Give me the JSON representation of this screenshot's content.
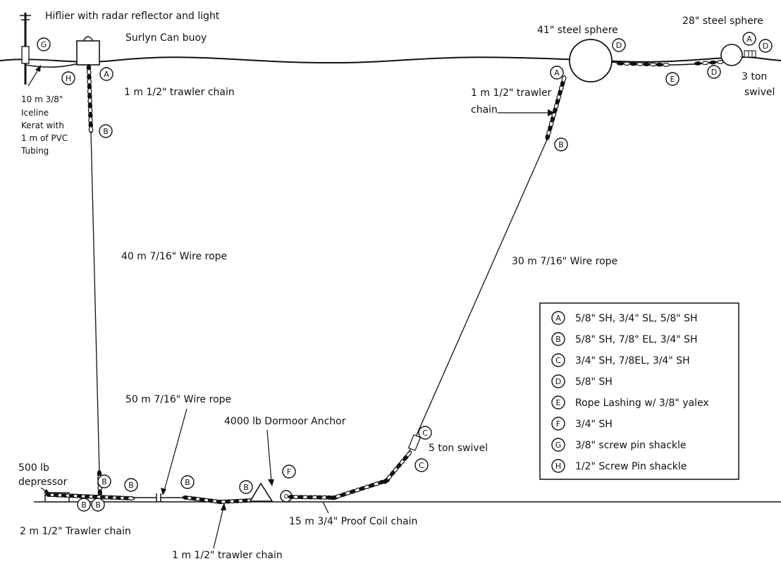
{
  "labels": {
    "hiflier": "Hiflier with radar reflector and light",
    "surlyn": "Surlyn Can buoy",
    "chain_top_left": "1 m 1/2\" trawler chain",
    "iceline_1": "10 m 3/8\"",
    "iceline_2": "Iceline",
    "iceline_3": "Kerat with",
    "iceline_4": "1 m of PVC",
    "iceline_5": "Tubing",
    "wire_40": "40 m 7/16\" Wire rope",
    "wire_50": "50 m 7/16\" Wire rope",
    "wire_30": "30 m 7/16\" Wire rope",
    "sphere_41": "41\" steel sphere",
    "sphere_28": "28\" steel sphere",
    "swivel_3_1": "3 ton",
    "swivel_3_2": "swivel",
    "chain_right_1": "1 m 1/2\" trawler",
    "chain_right_2": "chain",
    "depressor_1": "500 lb",
    "depressor_2": "depressor",
    "anchor": "4000 lb Dormoor Anchor",
    "swivel_5": "5 ton swivel",
    "trawler_2m": "2 m  1/2\" Trawler chain",
    "proof_coil": "15 m 3/4\" Proof Coil chain",
    "trawler_1m_bottom": "1 m 1/2\" trawler chain"
  },
  "markers": {
    "A": "A",
    "B": "B",
    "C": "C",
    "D": "D",
    "E": "E",
    "F": "F",
    "G": "G",
    "H": "H"
  },
  "legend": [
    {
      "letter": "A",
      "text": "5/8\" SH, 3/4\" SL, 5/8\" SH"
    },
    {
      "letter": "B",
      "text": "5/8\" SH, 7/8\" EL, 3/4\" SH"
    },
    {
      "letter": "C",
      "text": "3/4\" SH, 7/8EL, 3/4\" SH"
    },
    {
      "letter": "D",
      "text": "5/8\" SH"
    },
    {
      "letter": "E",
      "text": "Rope Lashing w/ 3/8\" yalex"
    },
    {
      "letter": "F",
      "text": "3/4\" SH"
    },
    {
      "letter": "G",
      "text": "3/8\" screw pin shackle"
    },
    {
      "letter": "H",
      "text": "1/2\" Screw Pin shackle"
    }
  ]
}
